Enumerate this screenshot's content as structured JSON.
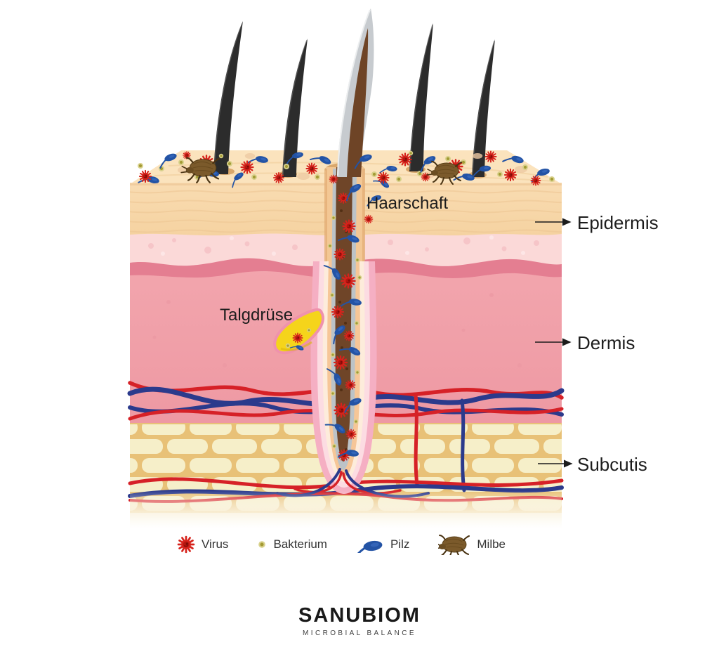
{
  "annotations": {
    "hair_shaft": "Haarschaft",
    "sebaceous_gland": "Talgdrüse"
  },
  "layer_labels": [
    {
      "label": "Epidermis"
    },
    {
      "label": "Dermis"
    },
    {
      "label": "Subcutis"
    }
  ],
  "legend": {
    "items": [
      {
        "icon": "virus-icon",
        "label": "Virus"
      },
      {
        "icon": "bacterium-icon",
        "label": "Bakterium"
      },
      {
        "icon": "fungus-icon",
        "label": "Pilz"
      },
      {
        "icon": "mite-icon",
        "label": "Milbe"
      }
    ]
  },
  "branding": {
    "name": "SANUBIOM",
    "tagline": "MICROBIAL BALANCE"
  },
  "colors": {
    "virus": "#d6231c",
    "bacterium": "#a39a34",
    "fungus": "#2353a5",
    "mite": "#7b5a2b",
    "epidermis_surface": "#f9dfb6",
    "epidermis_pink": "#fbd9d8",
    "basal_ribbon": "#e47e91",
    "dermis": "#f1a3ab",
    "subcutis": "#e8c177",
    "fat_cell": "#f6efc9",
    "artery": "#d62127",
    "vein": "#2b3a8c",
    "hair": "#2d2d2d",
    "hair_root": "#6f4528",
    "gland": "#f5d41b"
  }
}
